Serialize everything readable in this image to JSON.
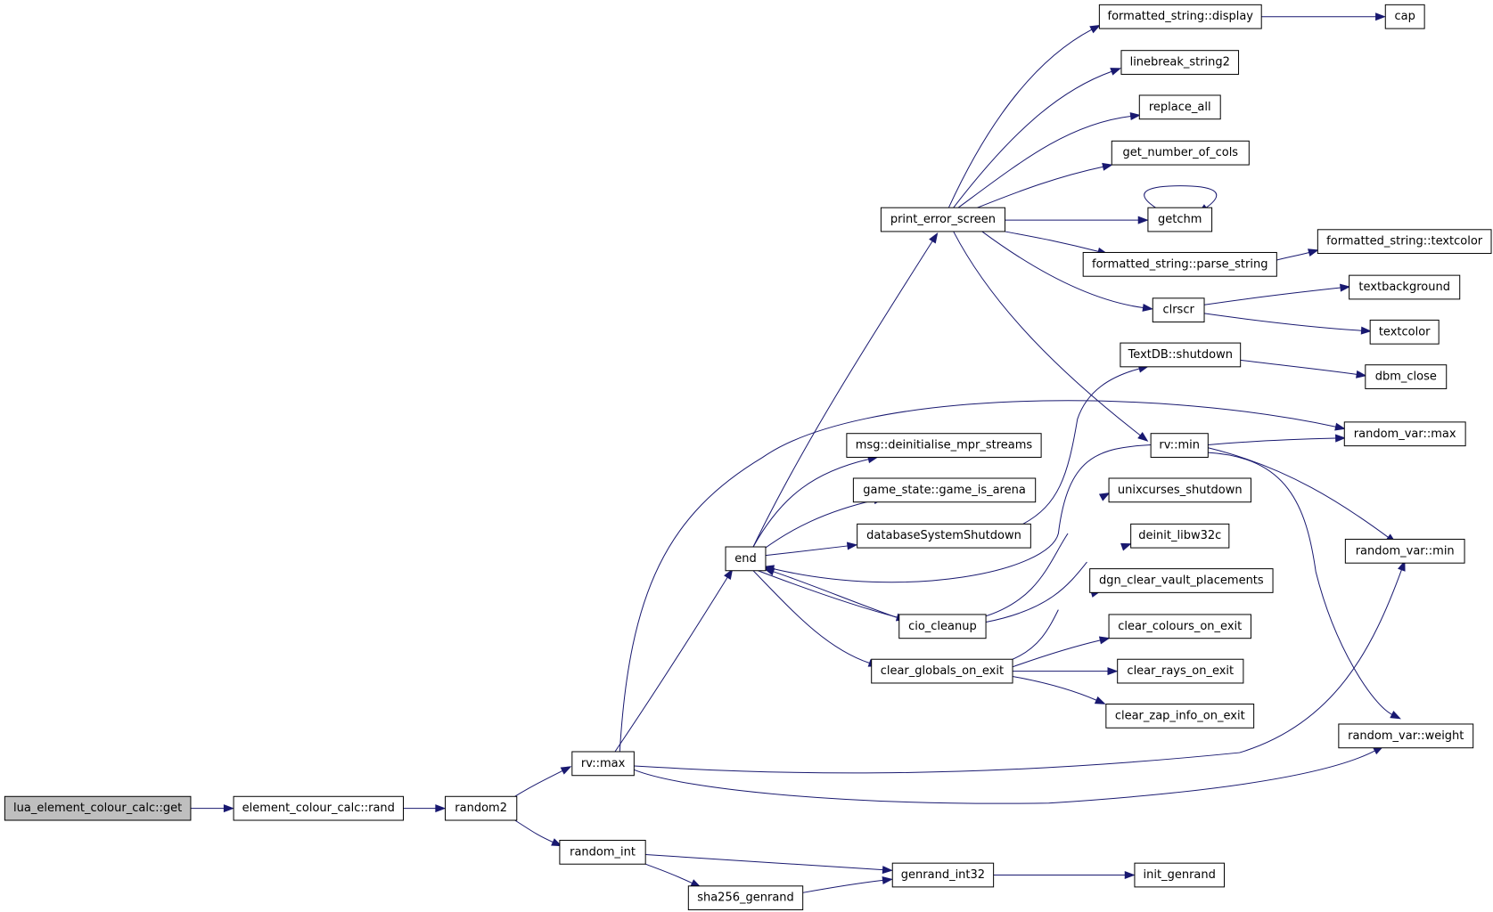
{
  "colors": {
    "edge": "#191970",
    "root_fill": "#bfbfbf",
    "node_fill": "#ffffff",
    "border": "#000000"
  },
  "nodes": [
    {
      "id": "lua_get",
      "label": "lua_element_colour_calc::get"
    },
    {
      "id": "ecc_rand",
      "label": "element_colour_calc::rand"
    },
    {
      "id": "random2",
      "label": "random2"
    },
    {
      "id": "rv_max",
      "label": "rv::max"
    },
    {
      "id": "random_int",
      "label": "random_int"
    },
    {
      "id": "sha256",
      "label": "sha256_genrand"
    },
    {
      "id": "genrand_int32",
      "label": "genrand_int32"
    },
    {
      "id": "init_genrand",
      "label": "init_genrand"
    },
    {
      "id": "end",
      "label": "end"
    },
    {
      "id": "print_error",
      "label": "print_error_screen"
    },
    {
      "id": "fs_display",
      "label": "formatted_string::display"
    },
    {
      "id": "cap",
      "label": "cap"
    },
    {
      "id": "linebreak",
      "label": "linebreak_string2"
    },
    {
      "id": "replace_all",
      "label": "replace_all"
    },
    {
      "id": "get_cols",
      "label": "get_number_of_cols"
    },
    {
      "id": "getchm",
      "label": "getchm"
    },
    {
      "id": "fs_parse",
      "label": "formatted_string::parse_string"
    },
    {
      "id": "fs_textcolor",
      "label": "formatted_string::textcolor"
    },
    {
      "id": "clrscr",
      "label": "clrscr"
    },
    {
      "id": "textbackground",
      "label": "textbackground"
    },
    {
      "id": "textcolor",
      "label": "textcolor"
    },
    {
      "id": "textdb_shutdown",
      "label": "TextDB::shutdown"
    },
    {
      "id": "dbm_close",
      "label": "dbm_close"
    },
    {
      "id": "rvar_max",
      "label": "random_var::max"
    },
    {
      "id": "rv_min",
      "label": "rv::min"
    },
    {
      "id": "msg_deinit",
      "label": "msg::deinitialise_mpr_streams"
    },
    {
      "id": "game_arena",
      "label": "game_state::game_is_arena"
    },
    {
      "id": "db_shutdown",
      "label": "databaseSystemShutdown"
    },
    {
      "id": "unix_shutdown",
      "label": "unixcurses_shutdown"
    },
    {
      "id": "deinit_libw32c",
      "label": "deinit_libw32c"
    },
    {
      "id": "rvar_min",
      "label": "random_var::min"
    },
    {
      "id": "dgn_clear",
      "label": "dgn_clear_vault_placements"
    },
    {
      "id": "cio_cleanup",
      "label": "cio_cleanup"
    },
    {
      "id": "clear_colours",
      "label": "clear_colours_on_exit"
    },
    {
      "id": "clear_globals",
      "label": "clear_globals_on_exit"
    },
    {
      "id": "clear_rays",
      "label": "clear_rays_on_exit"
    },
    {
      "id": "clear_zap",
      "label": "clear_zap_info_on_exit"
    },
    {
      "id": "rvar_weight",
      "label": "random_var::weight"
    }
  ]
}
